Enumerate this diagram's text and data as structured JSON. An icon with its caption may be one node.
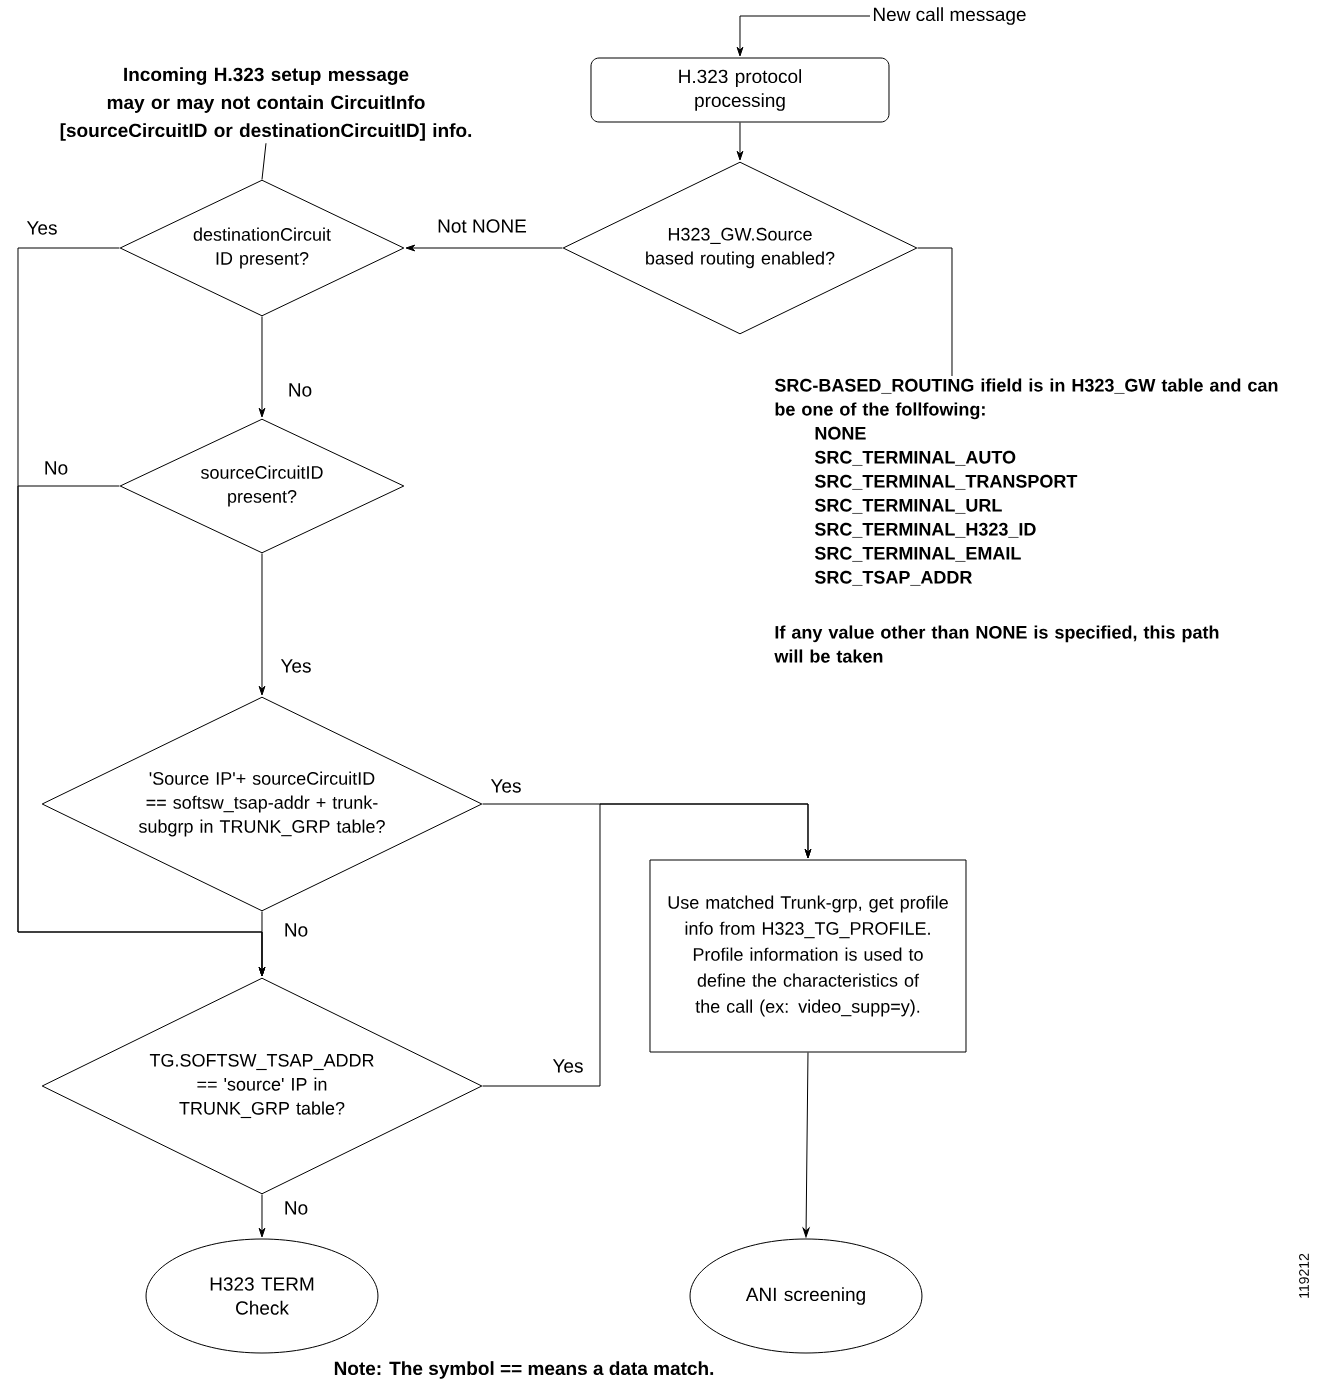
{
  "diagram": {
    "nodes": [
      {
        "text": [
          "New call message"
        ]
      },
      {
        "text": [
          "H.323 protocol processing"
        ]
      },
      {
        "text": [
          "H323_GW.Source based routing enabled?"
        ]
      },
      {
        "text": [
          "destinationCircuit ID present?"
        ]
      },
      {
        "text": [
          "Incoming H.323 setup message may or may not contain CircuitInfo [sourceCircuitID or destinationCircuitID] info."
        ]
      },
      {
        "text": [
          "sourceCircuitID present?"
        ]
      },
      {
        "text": [
          "'Source IP'+ sourceCircuitID == softsw_tsap-addr + trunk-subgrp in TRUNK_GRP table?"
        ]
      },
      {
        "text": [
          "TG.SOFTSW_TSAP_ADDR == 'source' IP in TRUNK_GRP table?"
        ]
      },
      {
        "text": [
          "H323 TERM Check"
        ]
      },
      {
        "text": [
          "Use matched Trunk-grp, get profile info from H323_TG_PROFILE. Profile information is used to define the characteristics of the call (ex: video_supp=y)."
        ]
      },
      {
        "text": [
          "ANI screening"
        ]
      },
      {
        "text": [
          "SRC-BASED_ROUTING ifield is in H323_GW table and can be one of the follfowing:",
          "NONE",
          "SRC_TERMINAL_AUTO",
          "SRC_TERMINAL_TRANSPORT",
          "SRC_TERMINAL_URL",
          "SRC_TERMINAL_H323_ID",
          "SRC_TERMINAL_EMAIL",
          "SRC_TSAP_ADDR",
          "If any value other than NONE is specified, this path will be taken"
        ]
      }
    ],
    "edges": [
      {
        "from": 0,
        "to": 1,
        "arrow": "to"
      },
      {
        "from": 1,
        "to": 2,
        "arrow": "to"
      },
      {
        "from": 2,
        "to": 3,
        "arrow": "to",
        "label": "Not NONE"
      },
      {
        "from": 2,
        "to": 11,
        "arrow": "none"
      },
      {
        "from": 4,
        "to": 3,
        "arrow": "none"
      },
      {
        "from": 3,
        "to": 5,
        "arrow": "to",
        "label": "No"
      },
      {
        "from": 3,
        "to": 7,
        "arrow": "to",
        "label": "Yes"
      },
      {
        "from": 5,
        "to": 7,
        "arrow": "to",
        "label": "No"
      },
      {
        "from": 5,
        "to": 6,
        "arrow": "to",
        "label": "Yes"
      },
      {
        "from": 6,
        "to": 9,
        "arrow": "to",
        "label": "Yes"
      },
      {
        "from": 6,
        "to": 7,
        "arrow": "to",
        "label": "No"
      },
      {
        "from": 7,
        "to": 9,
        "arrow": "to",
        "label": "Yes"
      },
      {
        "from": 7,
        "to": 8,
        "arrow": "to",
        "label": "No"
      },
      {
        "from": 9,
        "to": 10,
        "arrow": "to"
      }
    ],
    "labels": [
      "Note: The symbol == means a data match.",
      "119212"
    ]
  }
}
